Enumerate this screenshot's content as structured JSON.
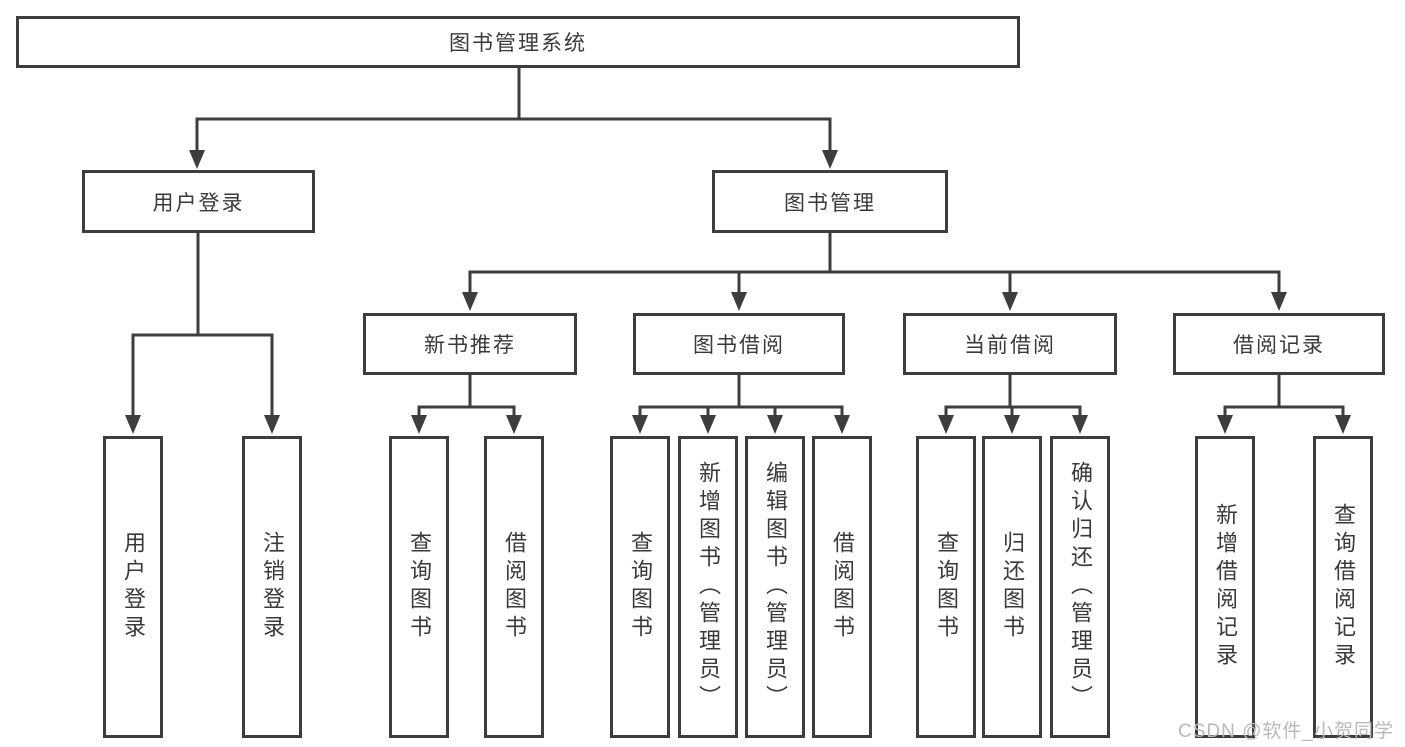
{
  "diagram": {
    "root": {
      "label": "图书管理系统",
      "children": [
        {
          "label": "用户登录",
          "children": [
            {
              "label": "用户登录"
            },
            {
              "label": "注销登录"
            }
          ]
        },
        {
          "label": "图书管理",
          "children": [
            {
              "label": "新书推荐",
              "children": [
                {
                  "label": "查询图书"
                },
                {
                  "label": "借阅图书"
                }
              ]
            },
            {
              "label": "图书借阅",
              "children": [
                {
                  "label": "查询图书"
                },
                {
                  "label": "新增图书（管理员）"
                },
                {
                  "label": "编辑图书（管理员）"
                },
                {
                  "label": "借阅图书"
                }
              ]
            },
            {
              "label": "当前借阅",
              "children": [
                {
                  "label": "查询图书"
                },
                {
                  "label": "归还图书"
                },
                {
                  "label": "确认归还（管理员）"
                }
              ]
            },
            {
              "label": "借阅记录",
              "children": [
                {
                  "label": "新增借阅记录"
                },
                {
                  "label": "查询借阅记录"
                }
              ]
            }
          ]
        }
      ]
    }
  },
  "watermark": {
    "text": "CSDN @软件_小贺同学"
  },
  "colors": {
    "line": "#3d3d3d",
    "box_border": "#3d3d3d",
    "box_background": "#ffffff",
    "text": "#3a3a3a",
    "watermark": "#b9b9b9",
    "page_background": "#ffffff"
  }
}
